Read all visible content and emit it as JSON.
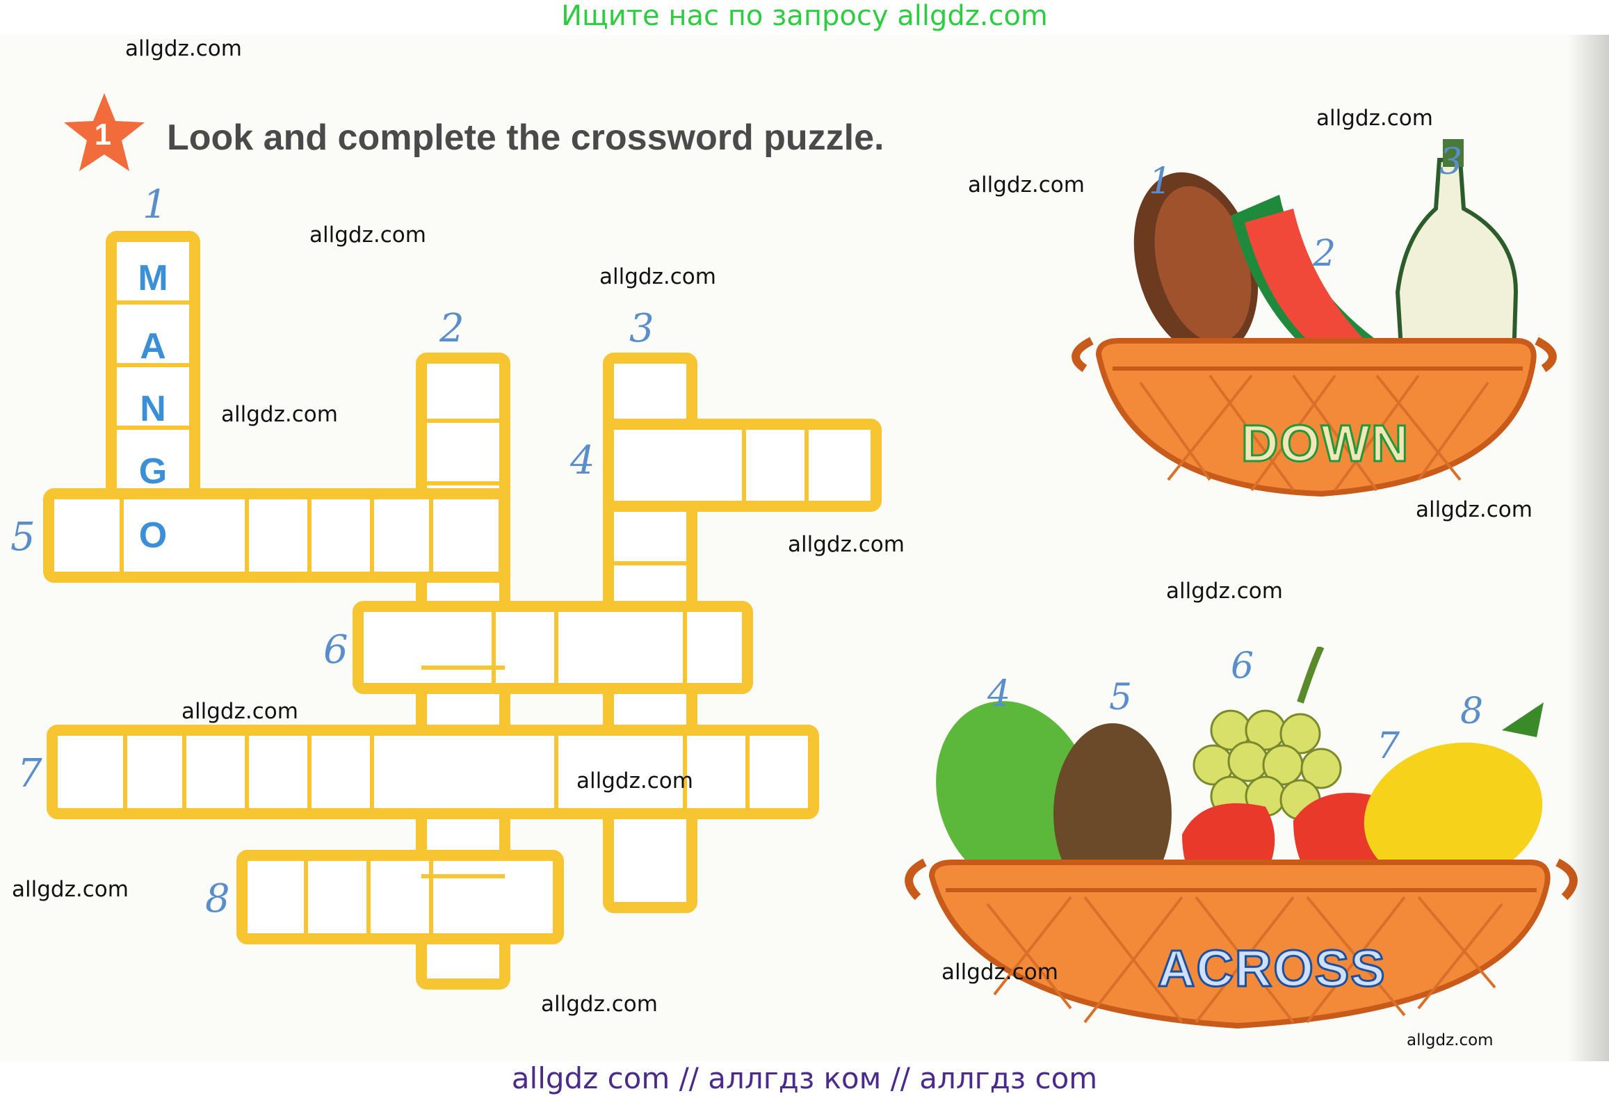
{
  "banner_top": "Ищите нас по запросу allgdz.com",
  "banner_bottom": "allgdz com  //  аллгдз ком  //  аллгдз com",
  "task": {
    "number": "1",
    "title": "Look and complete the crossword puzzle."
  },
  "crossword": {
    "numbers": [
      "1",
      "2",
      "3",
      "4",
      "5",
      "6",
      "7",
      "8"
    ],
    "filled_answer": [
      "M",
      "A",
      "N",
      "G",
      "O"
    ]
  },
  "baskets": {
    "down": {
      "label": "DOWN",
      "numbers": [
        "1",
        "2",
        "3"
      ]
    },
    "across": {
      "label": "ACROSS",
      "numbers": [
        "4",
        "5",
        "6",
        "7",
        "8"
      ]
    }
  },
  "watermarks": [
    "allgdz.com",
    "allgdz.com",
    "allgdz.com",
    "allgdz.com",
    "allgdz.com",
    "allgdz.com",
    "allgdz.com",
    "allgdz.com",
    "allgdz.com",
    "allgdz.com",
    "allgdz.com",
    "allgdz.com",
    "allgdz.com",
    "allgdz.com",
    "allgdz.com"
  ],
  "colors": {
    "grid_yellow": "#f7c531",
    "number_blue": "#5a8ecb",
    "star_orange": "#f26b3a"
  }
}
